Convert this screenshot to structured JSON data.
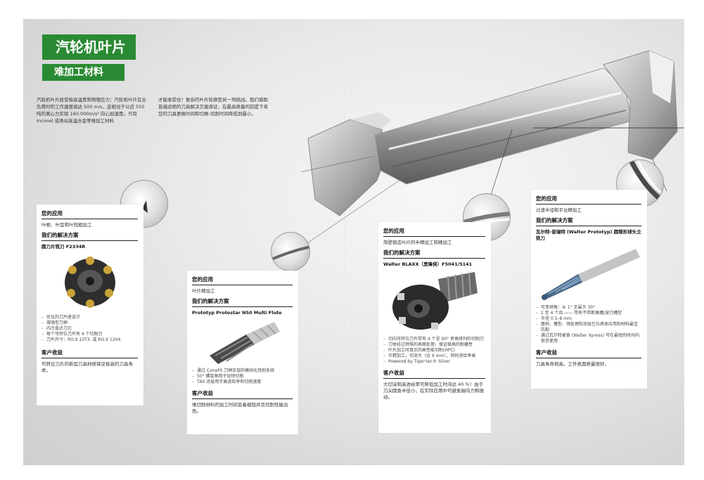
{
  "header": {
    "title": "汽轮机叶片",
    "subtitle": "难加工材料"
  },
  "intro": {
    "col1": "汽轮机叶片经受极高温度和物理应力：汽轮机叶片在全负荷时的工作速度高达 500 m/s，这相当于以近 550 吨的离心力实现 160.000m/s² 向心加速度。只有 Inconel 或类似高温合金等难加工材料",
    "col2": "才能承受住！复杂的叶片轮廓是另一项挑战。我们借助普遍适用的刀具解决方案保证，在最高质量的前提下将您的刀具更换时间和切屑-切削时间降低到最小。"
  },
  "labels": {
    "application": "您的应用",
    "solution": "我们的解决方案",
    "benefit": "客户收益"
  },
  "panels": [
    {
      "application": "叶根、叶型和叶冠粗加工",
      "product": "圆刀片铣刀 F2334R",
      "bullets": [
        "优化的刀片座设计",
        "增强型刀柄",
        "内冷直达刀刃",
        "每个可转位刀片有 4 个切削刃",
        "刀片尺寸：RO.X 10T3. 或 RO.X 1204."
      ],
      "benefit": "可转位刀片的新型刀具材质保证极高的刀具寿命。"
    },
    {
      "application": "叶片精加工",
      "product": "Prototyp Protostar N50 Multi Flute",
      "bullets": [
        "通过 ConeFit 刀柄实现的模块化铣削系统",
        "50° 螺旋角用于轻快切削",
        "TAX 涂层用于高进给率和切削速度"
      ],
      "benefit": "难切削材料的加工时间显着缩短并且切削性能出色。"
    },
    {
      "application": "简壁锻造叶片的半精加工和精加工",
      "product": "Walter BLAXX（黑锋侠）F5041/5141",
      "bullets": [
        "切向可转位刀片带有 4 个呈 90° 夹角排列的切削刃",
        "刀体经过特殊的表面处理，保证极高的耐磨性",
        "叶片加工时真正的高性能切削(HPC)",
        "半精加工，切深大（达 9 mm），同时进给率高",
        "Powered by Tiger·tec® Silver"
      ],
      "benefit": "大切深和高进给率可降低加工时间达 40 %！由于刀尖圆角半径小，在实际应用中可避免轴向力和振动。"
    },
    {
      "application": "过渡半径和平台精加工",
      "product": "瓦尔特-普瑞特 (Walter Prototyp) 圆锥形球头立铣刀",
      "bullets": [
        "可变倾角：从 1° 至最大 30°",
        "2 至 4 个齿 —— 带有不带断屑槽/波刃槽型",
        "半径 0.5–8 mm",
        "基材、槽型、预处理和涂层已与具体应用和材料最佳匹配",
        "通过瓦尔特麦致 (Walter Xpress) 可在最短的时间内供货使用"
      ],
      "benefit": "刀具寿命很高，工件表面质量很好。"
    }
  ],
  "colors": {
    "accent_green": "#2a8a33",
    "background": "#e4e4e4"
  }
}
